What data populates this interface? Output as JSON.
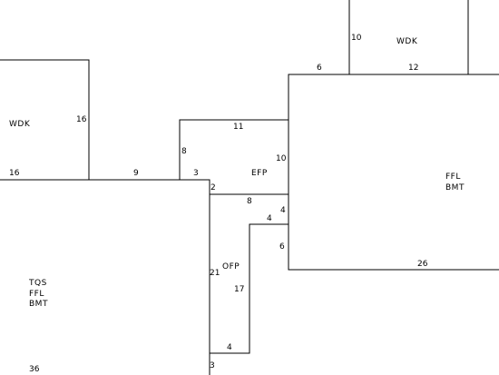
{
  "rooms": {
    "wdk_left": {
      "label": "WDK"
    },
    "wdk_top": {
      "label": "WDK"
    },
    "efp": {
      "label": "EFP"
    },
    "ffl_bmt": {
      "line1": "FFL",
      "line2": "BMT"
    },
    "ofp": {
      "label": "OFP"
    },
    "tqs": {
      "line1": "TQS",
      "line2": "FFL",
      "line3": "BMT"
    }
  },
  "dimensions": {
    "top_wdk_left_side": "10",
    "top_wdk_left_of_base": "6",
    "top_wdk_base": "12",
    "left_wdk_right_side": "16",
    "left_wdk_base": "16",
    "gap_between": "9",
    "efp_top": "11",
    "efp_left": "8",
    "efp_base_left": "3",
    "efp_right": "10",
    "notch_top": "2",
    "notch_width": "8",
    "right_step_upper": "4",
    "right_step_width": "4",
    "right_step_lower": "6",
    "ffl_base": "26",
    "ofp_left": "21",
    "ofp_right": "17",
    "ofp_base": "4",
    "ofp_bottom_left": "3",
    "tqs_base": "36"
  }
}
